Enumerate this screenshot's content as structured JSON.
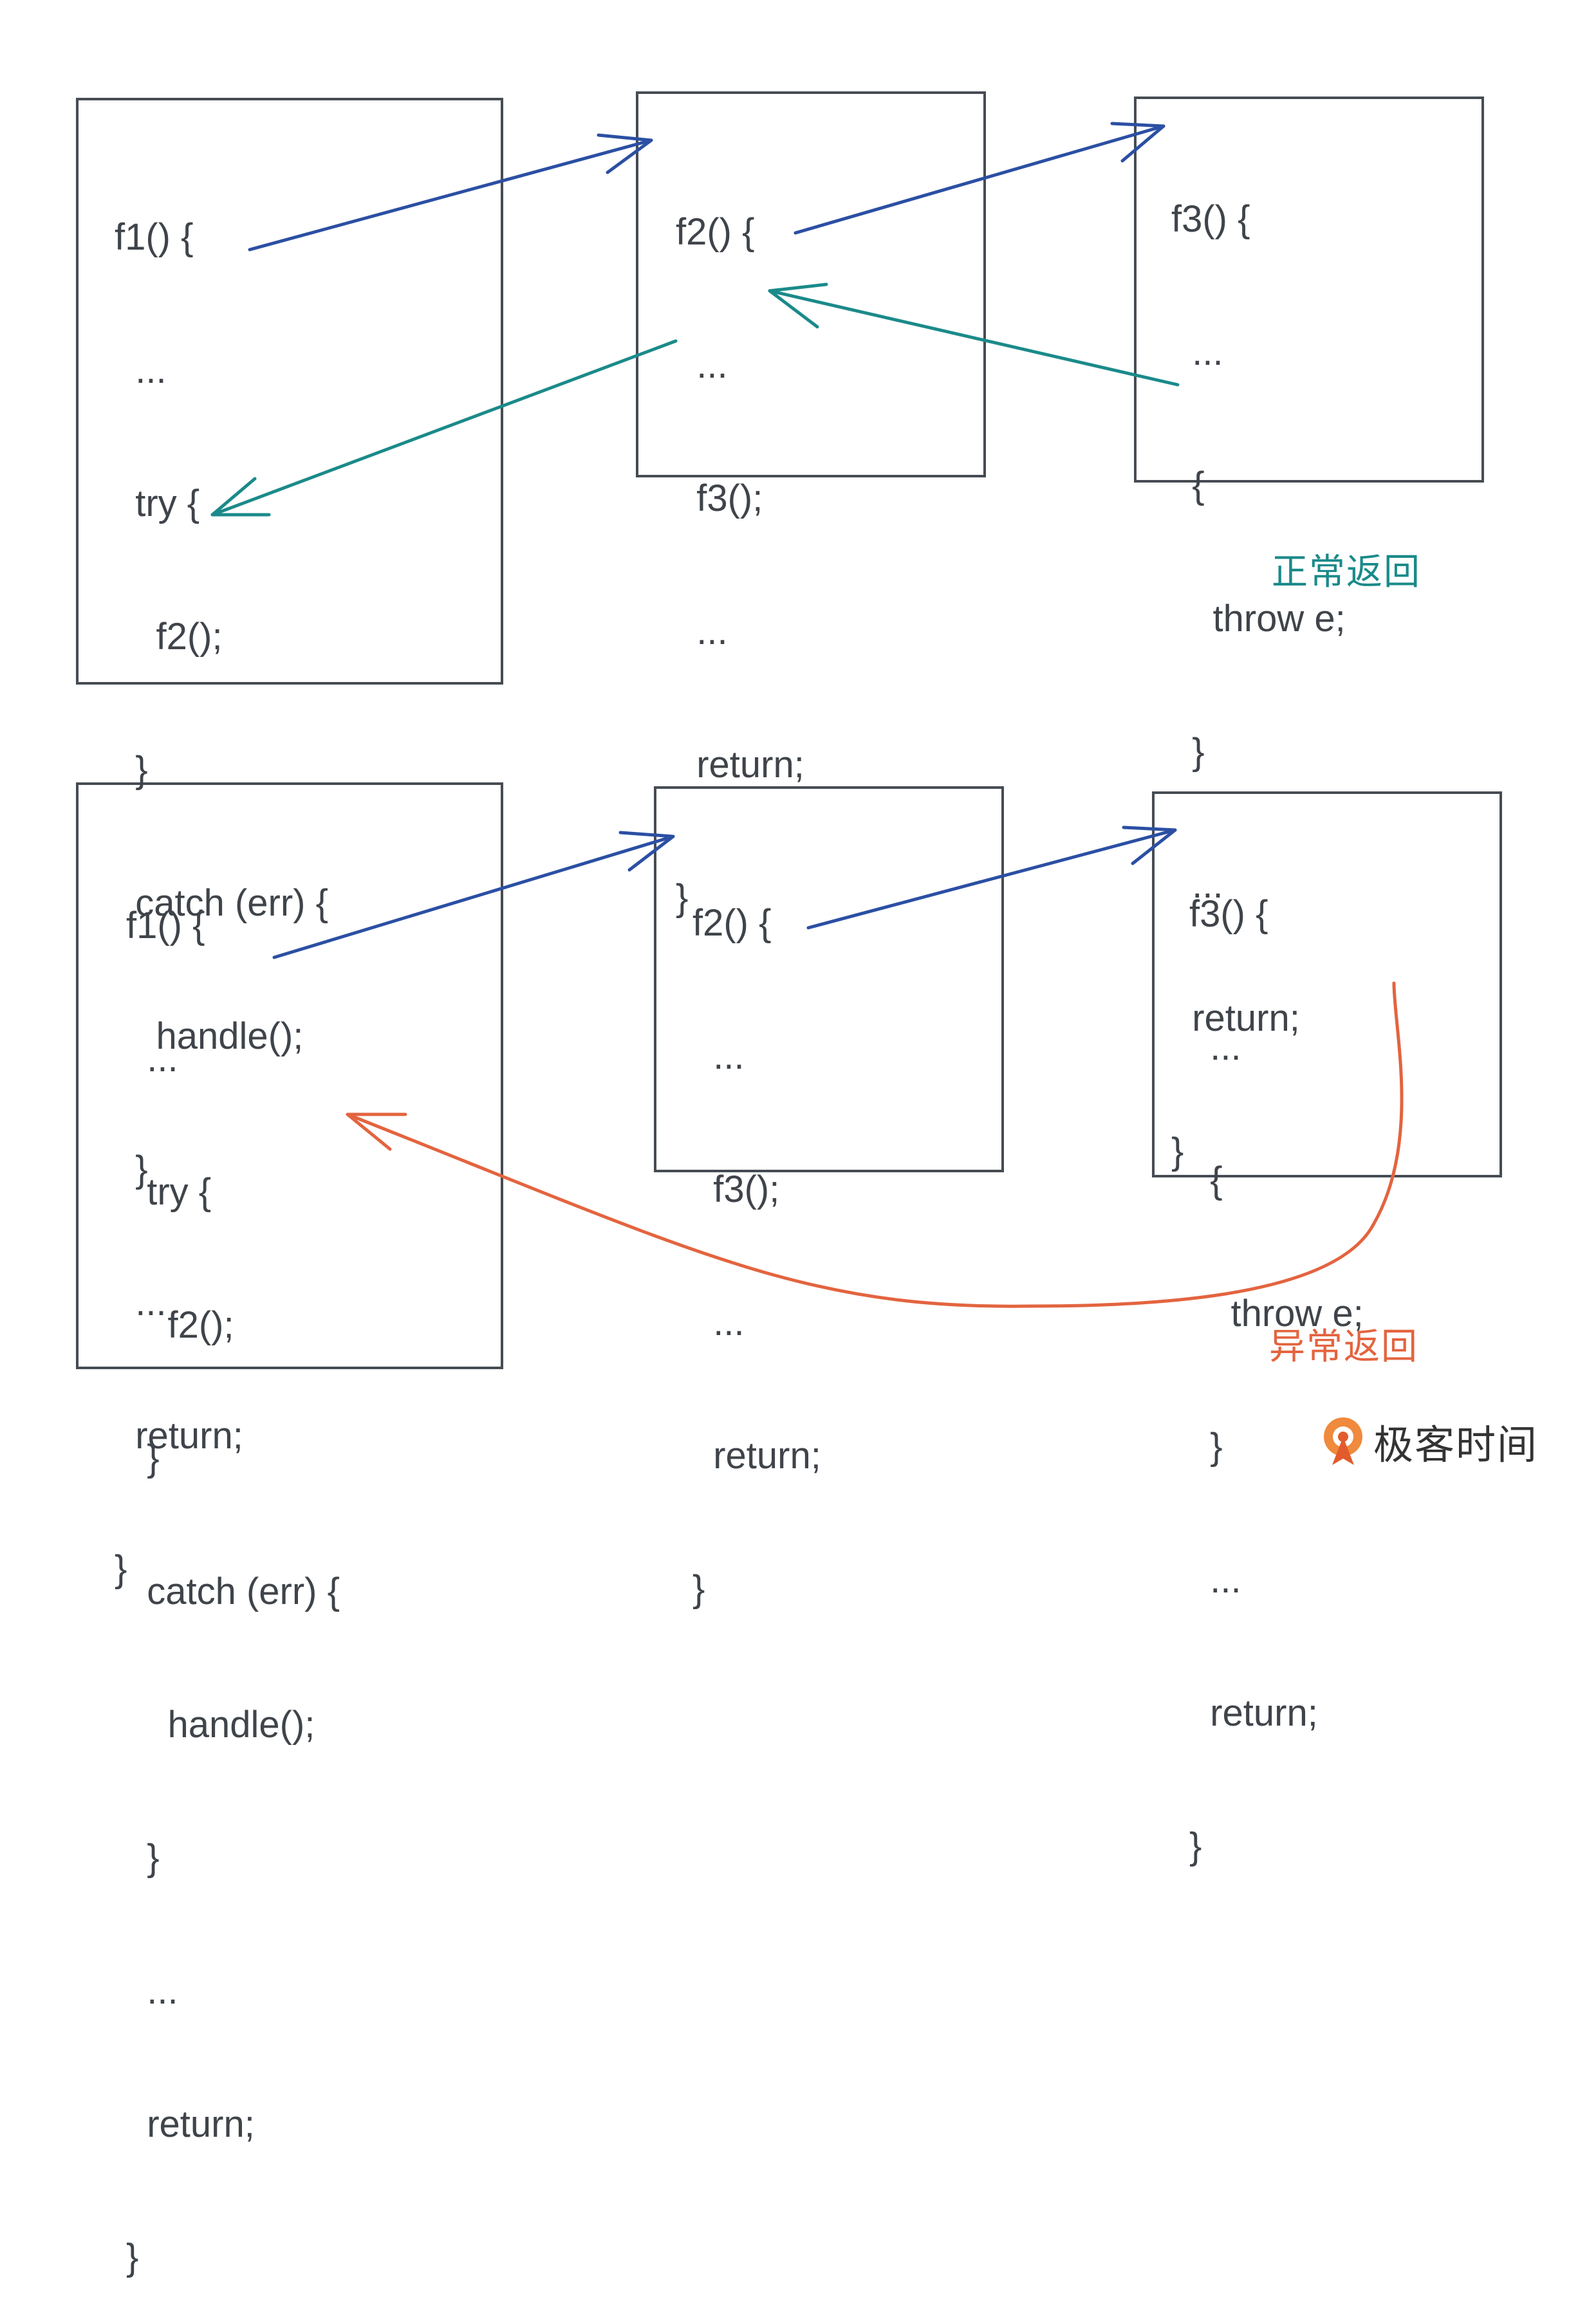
{
  "top_row": {
    "f1": [
      "f1() {",
      "  ...",
      "  try {",
      "    f2();",
      "  }",
      "  catch (err) {",
      "    handle();",
      "  }",
      "  ...",
      "  return;",
      "}"
    ],
    "f2": [
      "f2() {",
      "  ...",
      "  f3();",
      "  ...",
      "  return;",
      "}"
    ],
    "f3": [
      "f3() {",
      "  ...",
      "  {",
      "    throw e;",
      "  }",
      "  ...",
      "  return;",
      "}"
    ],
    "label": "正常返回"
  },
  "bottom_row": {
    "f1": [
      "f1() {",
      "  ...",
      "  try {",
      "    f2();",
      "  }",
      "  catch (err) {",
      "    handle();",
      "  }",
      "  ...",
      "  return;",
      "}"
    ],
    "f2": [
      "f2() {",
      "  ...",
      "  f3();",
      "  ...",
      "  return;",
      "}"
    ],
    "f3": [
      "f3() {",
      "  ...",
      "  {",
      "    throw e;",
      "  }",
      "  ...",
      "  return;",
      "}"
    ],
    "label": "异常返回"
  },
  "colors": {
    "call_arrow": "#2b4fa3",
    "normal_return": "#1b8a8a",
    "exception_return": "#e3643f",
    "box_border": "#464c53",
    "code_text": "#3f444a"
  },
  "brand": {
    "name": "极客时间",
    "icon": "geektime-logo-icon"
  }
}
